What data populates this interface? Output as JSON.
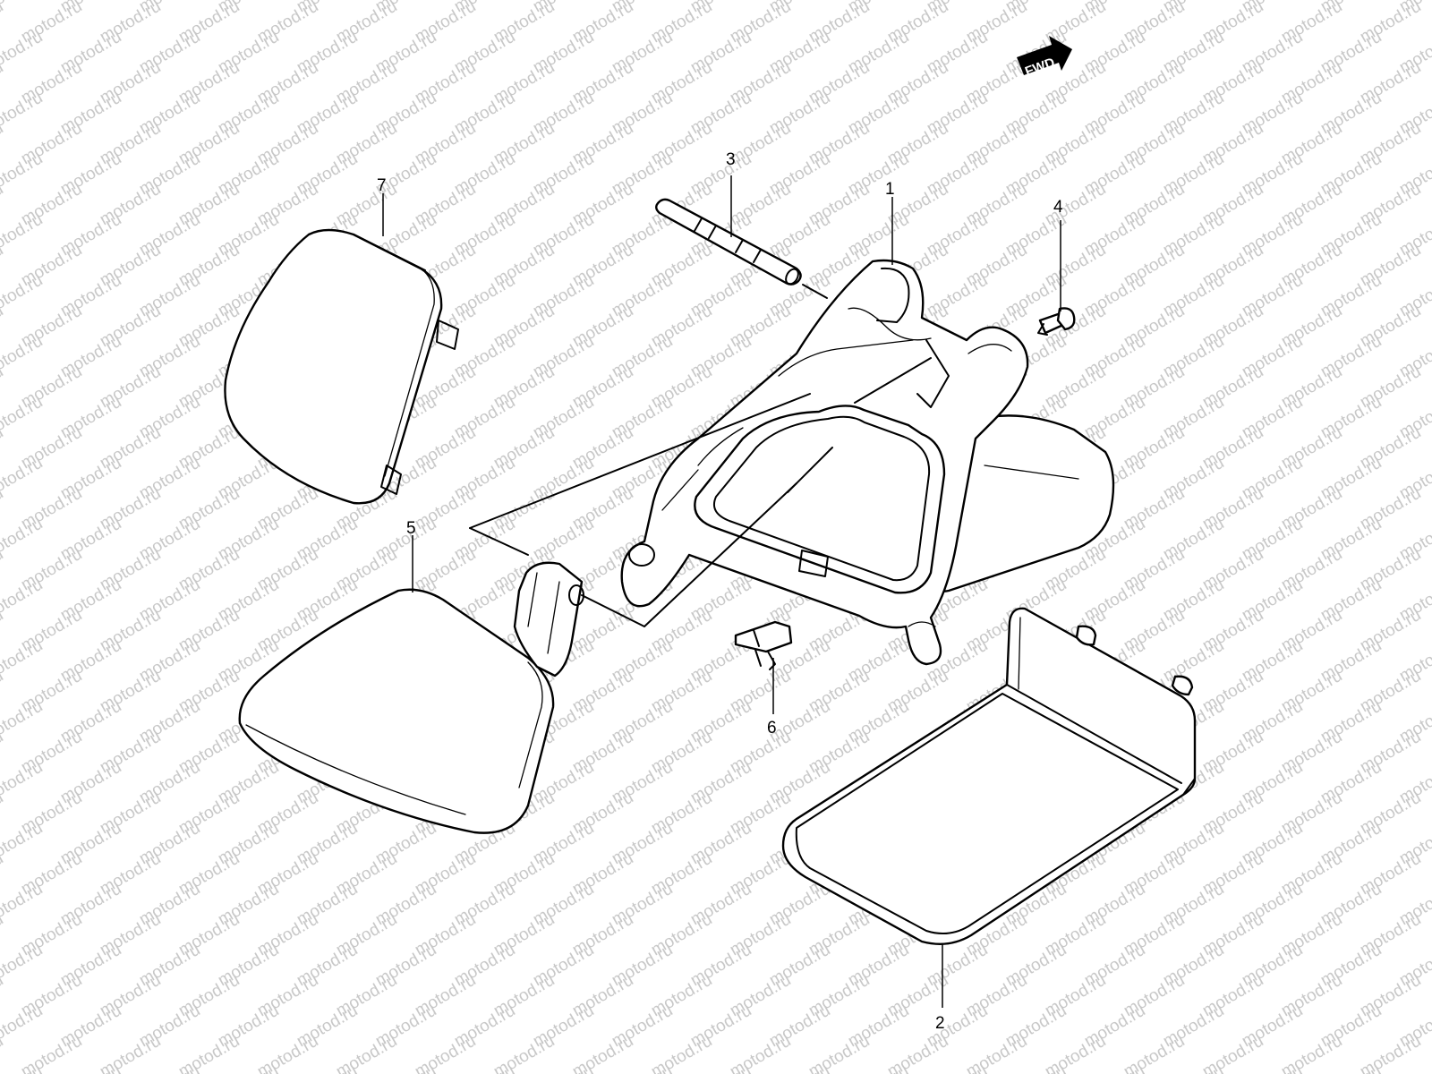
{
  "watermark": {
    "text": "motod.ru",
    "color": "#c8c8c8"
  },
  "fwd_badge": {
    "label": "FWD",
    "icon": "fwd-arrow-icon"
  },
  "parts": {
    "p1": {
      "number": "1"
    },
    "p2": {
      "number": "2"
    },
    "p3": {
      "number": "3"
    },
    "p4": {
      "number": "4"
    },
    "p5": {
      "number": "5"
    },
    "p6": {
      "number": "6"
    },
    "p7": {
      "number": "7"
    }
  }
}
